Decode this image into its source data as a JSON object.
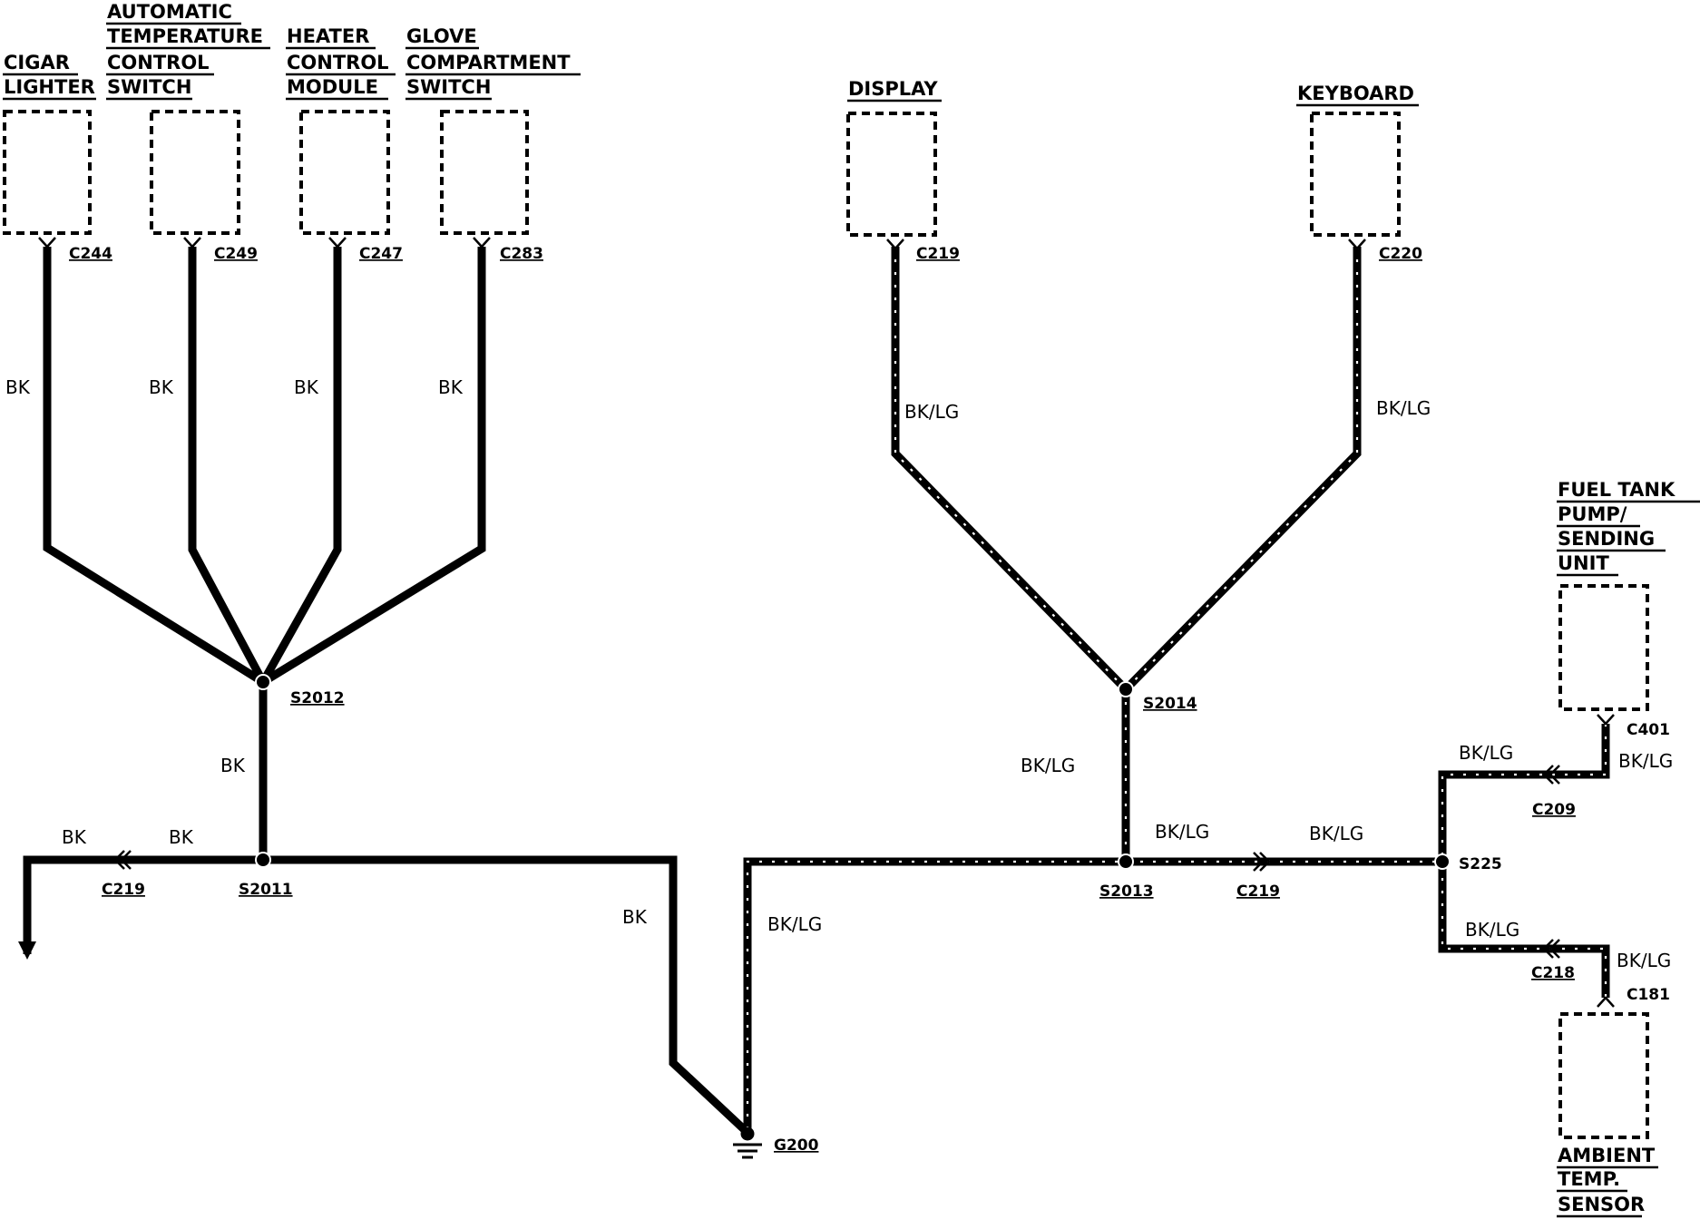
{
  "components": {
    "cigar_lighter": [
      "CIGAR",
      "LIGHTER"
    ],
    "atc_switch": [
      "AUTOMATIC",
      "TEMPERATURE",
      "CONTROL",
      "SWITCH"
    ],
    "heater_module": [
      "HEATER",
      "CONTROL",
      "MODULE"
    ],
    "glove_switch": [
      "GLOVE",
      "COMPARTMENT",
      "SWITCH"
    ],
    "display": "DISPLAY",
    "keyboard": "KEYBOARD",
    "fuel_tank": [
      "FUEL TANK",
      "PUMP/",
      "SENDING",
      "UNIT"
    ],
    "ambient_sensor": [
      "AMBIENT",
      "TEMP.",
      "SENSOR"
    ]
  },
  "connectors": {
    "c244": "C244",
    "c249": "C249",
    "c247": "C247",
    "c283": "C283",
    "c219_display": "C219",
    "c220": "C220",
    "c219_left": "C219",
    "c219_right": "C219",
    "c401": "C401",
    "c209": "C209",
    "c218": "C218",
    "c181": "C181"
  },
  "splices": {
    "s2012": "S2012",
    "s2011": "S2011",
    "s2014": "S2014",
    "s2013": "S2013",
    "s225": "S225"
  },
  "ground": "G200",
  "wire_colors": {
    "bk": "BK",
    "bklg": "BK/LG"
  }
}
